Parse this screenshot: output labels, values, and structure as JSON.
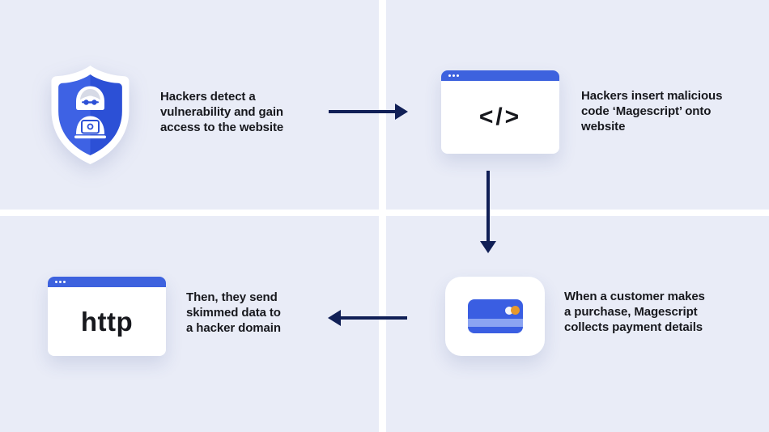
{
  "palette": {
    "background": "#e9ecf7",
    "divider_white": "#ffffff",
    "primary_blue": "#3d62de",
    "shield_blue_light": "#3e62e4",
    "shield_blue_dark": "#2c50d6",
    "card_blue": "#3a5ee2",
    "card_stripe_blue": "#8ba4f2",
    "accent_orange": "#e8992b",
    "arrow_navy": "#101f56",
    "text_dark": "#17181d",
    "hood_gray": "#d6dae6",
    "surface_white": "#ffffff"
  },
  "steps": [
    {
      "id": "detect",
      "icon": "hacker-shield-icon",
      "text": "Hackers detect a\nvulnerability and gain\naccess to the website"
    },
    {
      "id": "insert",
      "icon": "code-window-icon",
      "window_label": "</>",
      "text": "Hackers insert malicious\ncode ‘Magescript’ onto\nwebsite"
    },
    {
      "id": "collect",
      "icon": "credit-card-icon",
      "text": "When a customer makes\na purchase, Magescript\ncollects payment details"
    },
    {
      "id": "send",
      "icon": "http-window-icon",
      "window_label": "http",
      "text": "Then, they send\nskimmed data to\na hacker domain"
    }
  ],
  "flow": [
    {
      "from": "detect",
      "to": "insert",
      "direction": "right"
    },
    {
      "from": "insert",
      "to": "collect",
      "direction": "down"
    },
    {
      "from": "collect",
      "to": "send",
      "direction": "left"
    }
  ]
}
